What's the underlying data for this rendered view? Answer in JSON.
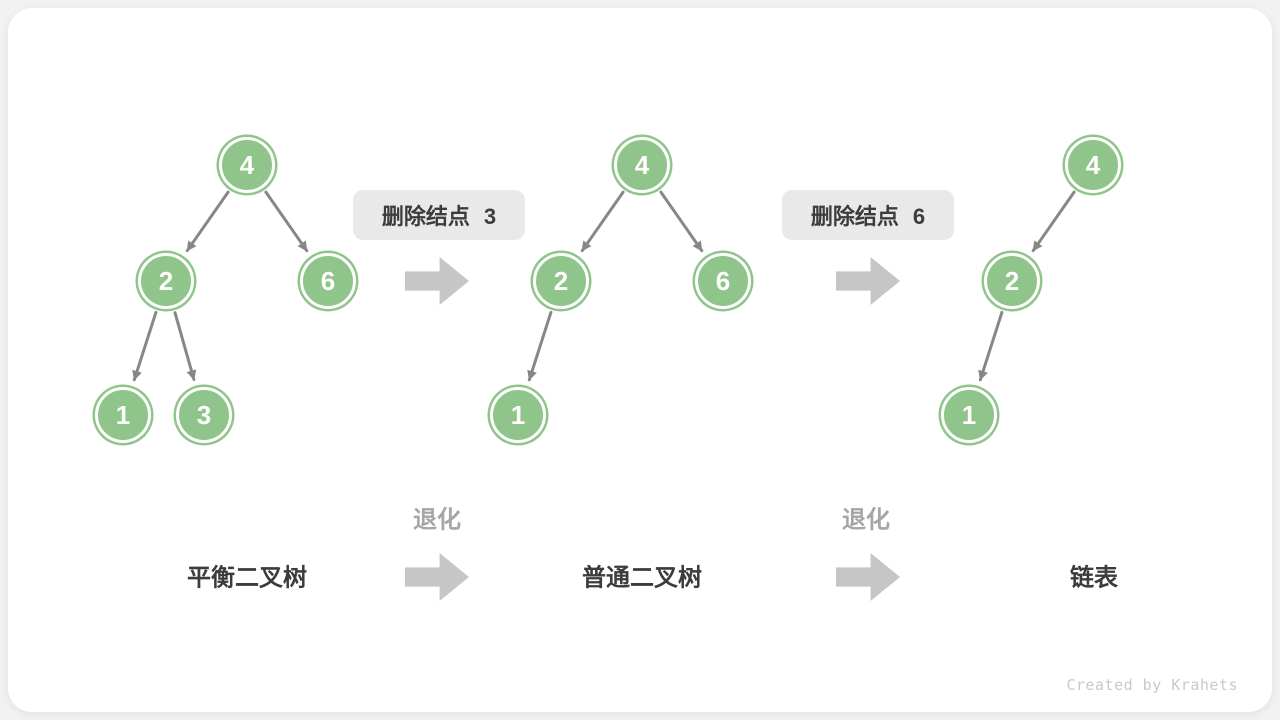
{
  "badges": [
    "删除结点 3",
    "删除结点 6"
  ],
  "labels": {
    "degenerate": "退化"
  },
  "trees": [
    {
      "label": "平衡二叉树",
      "nodes": [
        "4",
        "2",
        "6",
        "1",
        "3"
      ],
      "edges": [
        [
          "4",
          "2"
        ],
        [
          "4",
          "6"
        ],
        [
          "2",
          "1"
        ],
        [
          "2",
          "3"
        ]
      ]
    },
    {
      "label": "普通二叉树",
      "nodes": [
        "4",
        "2",
        "6",
        "1"
      ],
      "edges": [
        [
          "4",
          "2"
        ],
        [
          "4",
          "6"
        ],
        [
          "2",
          "1"
        ]
      ]
    },
    {
      "label": "链表",
      "nodes": [
        "4",
        "2",
        "1"
      ],
      "edges": [
        [
          "4",
          "2"
        ],
        [
          "2",
          "1"
        ]
      ]
    }
  ],
  "watermark": "Created by Krahets",
  "colors": {
    "node_green": "#8FC48B",
    "node_text": "#FFFFFF",
    "edge_gray": "#878787",
    "block_arrow_gray": "#C6C6C6",
    "badge_bg": "#E9E9E9",
    "text_dark": "#3C3C3C",
    "muted_gray": "#A6A6A6",
    "watermark_gray": "#C9C9C9",
    "page_bg": "#F2F2F2",
    "canvas_bg": "#FFFFFF"
  }
}
